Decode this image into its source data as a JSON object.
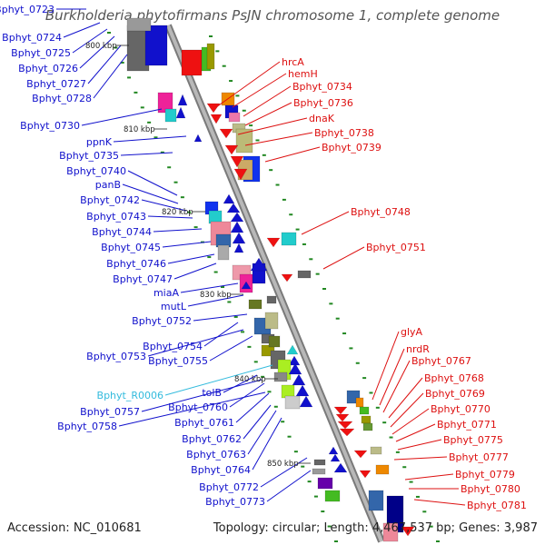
{
  "title": "Burkholderia phytofirmans PsJN chromosome 1, complete genome",
  "footer": {
    "accession": "Accession: NC_010681",
    "summary": "Topology: circular; Length: 4,467,537 bp; Genes: 3,987"
  },
  "colors": {
    "left_label": "#1010cc",
    "right_label": "#dd1010",
    "rna_label": "#33bbdd",
    "backbone": "#999999",
    "tick": "#228822"
  },
  "kbp_ticks": [
    "800 kbp",
    "810 kbp",
    "820 kbp",
    "830 kbp",
    "840 kbp",
    "850 kbp"
  ],
  "left_labels": [
    "Bphyt_0723",
    "Bphyt_0724",
    "Bphyt_0725",
    "Bphyt_0726",
    "Bphyt_0727",
    "Bphyt_0728",
    "Bphyt_0730",
    "ppnK",
    "Bphyt_0735",
    "Bphyt_0740",
    "panB",
    "Bphyt_0742",
    "Bphyt_0743",
    "Bphyt_0744",
    "Bphyt_0745",
    "Bphyt_0746",
    "Bphyt_0747",
    "miaA",
    "mutL",
    "Bphyt_0752",
    "Bphyt_0754",
    "Bphyt_0753",
    "Bphyt_0755",
    "Bphyt_R0006",
    "tolB",
    "Bphyt_0760",
    "Bphyt_0757",
    "Bphyt_0761",
    "Bphyt_0758",
    "Bphyt_0762",
    "Bphyt_0763",
    "Bphyt_0764",
    "Bphyt_0772",
    "Bphyt_0773"
  ],
  "right_labels": [
    "hrcA",
    "hemH",
    "Bphyt_0734",
    "Bphyt_0736",
    "dnaK",
    "Bphyt_0738",
    "Bphyt_0739",
    "Bphyt_0748",
    "Bphyt_0751",
    "glyA",
    "nrdR",
    "Bphyt_0767",
    "Bphyt_0768",
    "Bphyt_0769",
    "Bphyt_0770",
    "Bphyt_0771",
    "Bphyt_0775",
    "Bphyt_0777",
    "Bphyt_0779",
    "Bphyt_0780",
    "Bphyt_0781"
  ]
}
